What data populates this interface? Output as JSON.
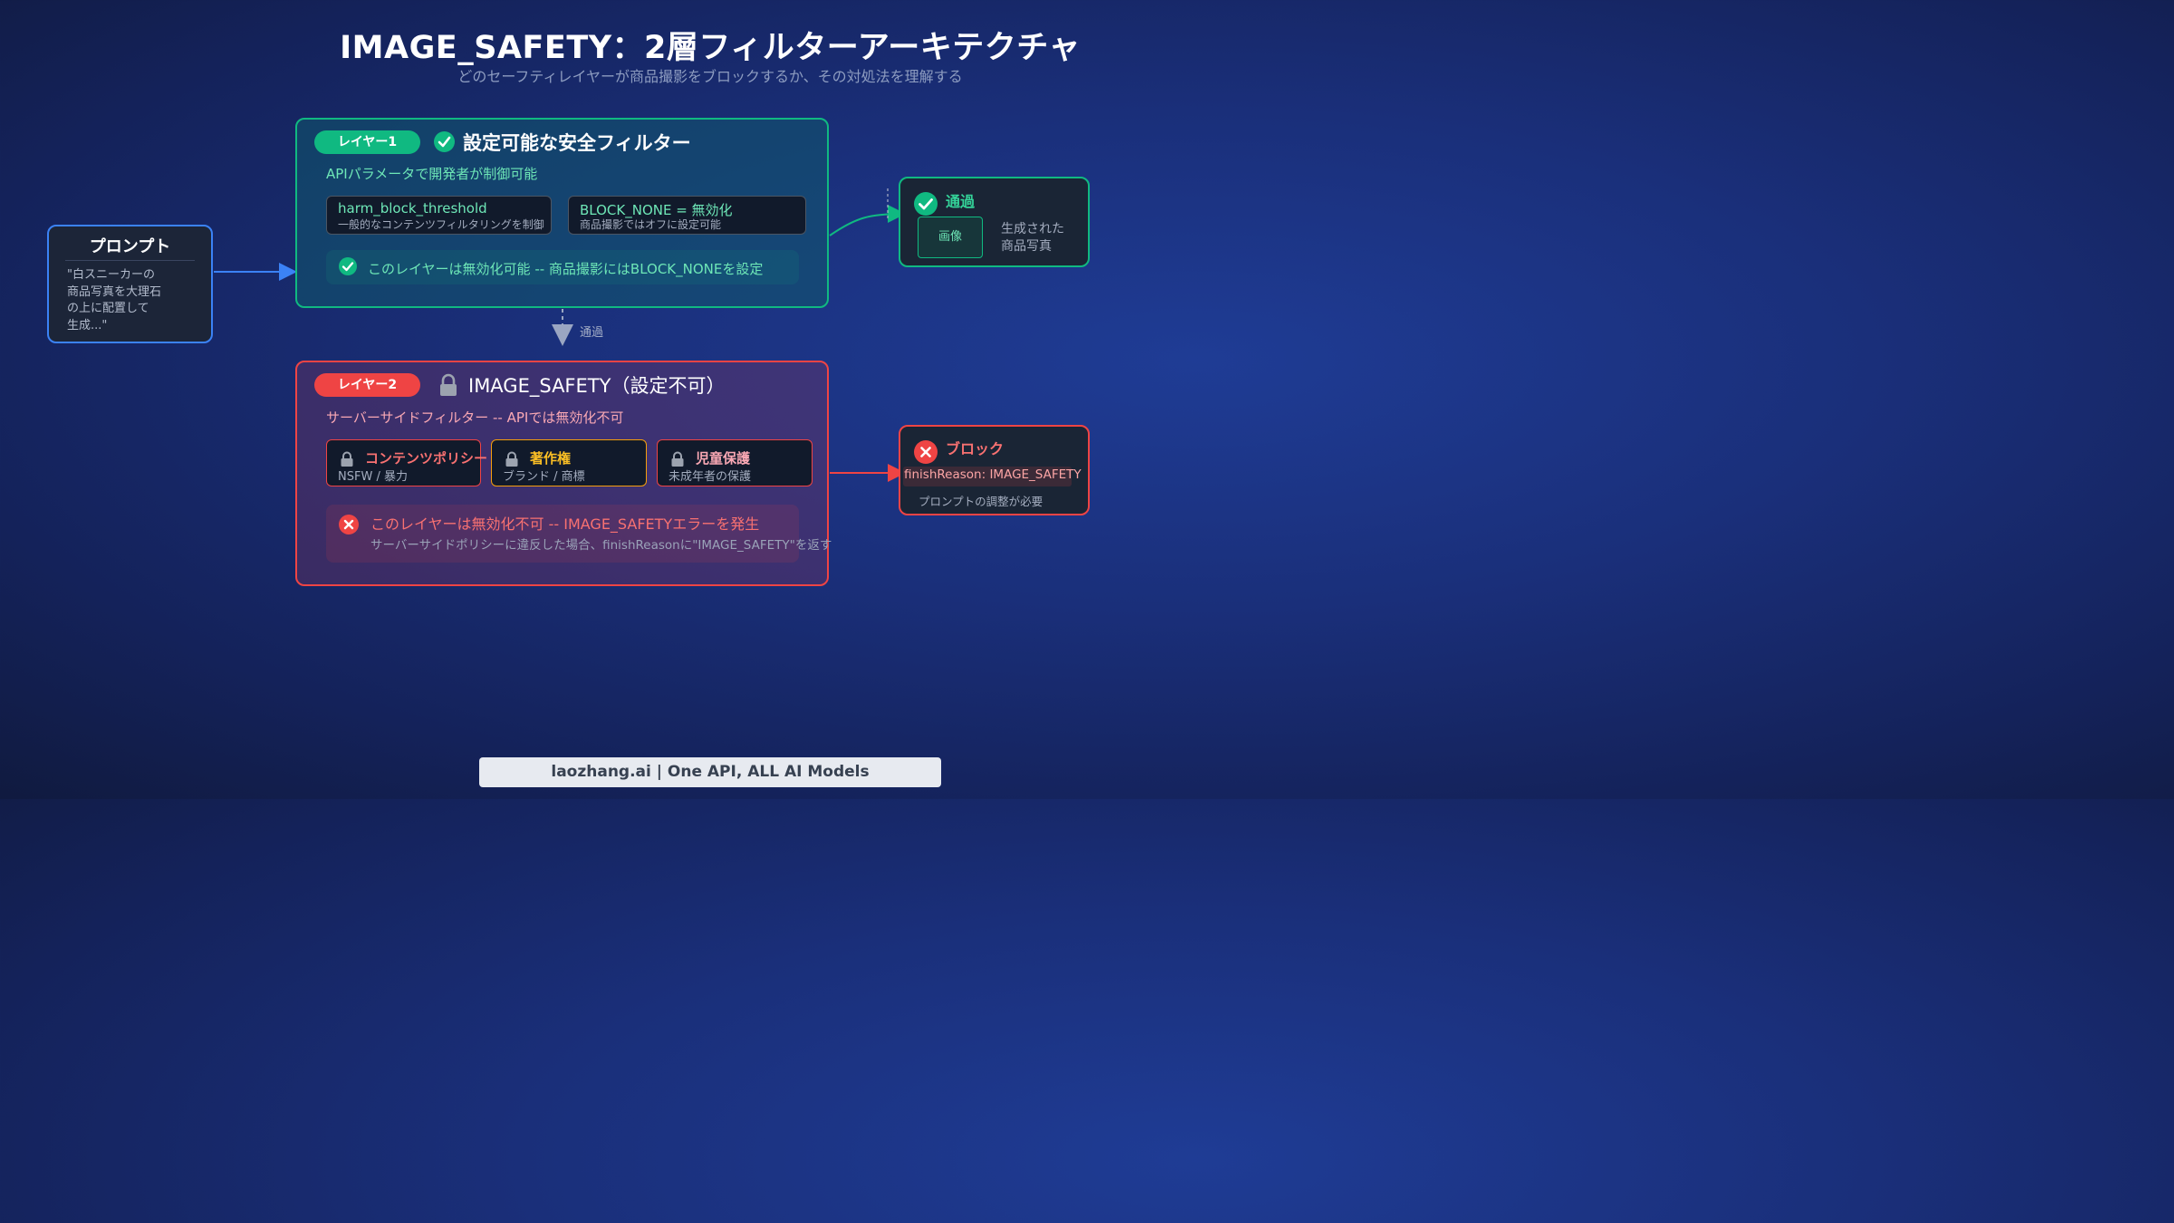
{
  "title": "IMAGE_SAFETY：2層フィルターアーキテクチャ",
  "subtitle": "どのセーフティレイヤーが商品撮影をブロックするか、その対処法を理解する",
  "prompt": {
    "title": "プロンプト",
    "lines": [
      "\"白スニーカーの",
      "商品写真を大理石",
      "の上に配置して",
      "生成...\""
    ]
  },
  "layer1": {
    "badge": "レイヤー1",
    "heading": "設定可能な安全フィルター",
    "subtitle": "APIパラメータで開発者が制御可能",
    "chips": [
      {
        "title": "harm_block_threshold",
        "desc": "一般的なコンテンツフィルタリングを制御"
      },
      {
        "title": "BLOCK_NONE = 無効化",
        "desc": "商品撮影ではオフに設定可能"
      }
    ],
    "note": "このレイヤーは無効化可能 -- 商品撮影にはBLOCK_NONEを設定"
  },
  "pass_label": "通過",
  "layer2": {
    "badge": "レイヤー2",
    "heading": "IMAGE_SAFETY（設定不可）",
    "subtitle": "サーバーサイドフィルター -- APIでは無効化不可",
    "chips": [
      {
        "title": "コンテンツポリシー",
        "desc": "NSFW / 暴力"
      },
      {
        "title": "著作権",
        "desc": "ブランド / 商標"
      },
      {
        "title": "児童保護",
        "desc": "未成年者の保護"
      }
    ],
    "note_title": "このレイヤーは無効化不可 -- IMAGE_SAFETYエラーを発生",
    "note_desc": "サーバーサイドポリシーに違反した場合、finishReasonに\"IMAGE_SAFETY\"を返す"
  },
  "pass_box": {
    "title": "通過",
    "image_label": "画像",
    "caption_lines": [
      "生成された",
      "商品写真"
    ]
  },
  "block_box": {
    "title": "ブロック",
    "reason": "finishReason: IMAGE_SAFETY",
    "hint": "プロンプトの調整が必要"
  },
  "footer": "laozhang.ai | One API, ALL AI Models",
  "colors": {
    "green": "#10b981",
    "red": "#ef4444",
    "blue": "#3b82f6",
    "amber": "#f59e0b"
  }
}
